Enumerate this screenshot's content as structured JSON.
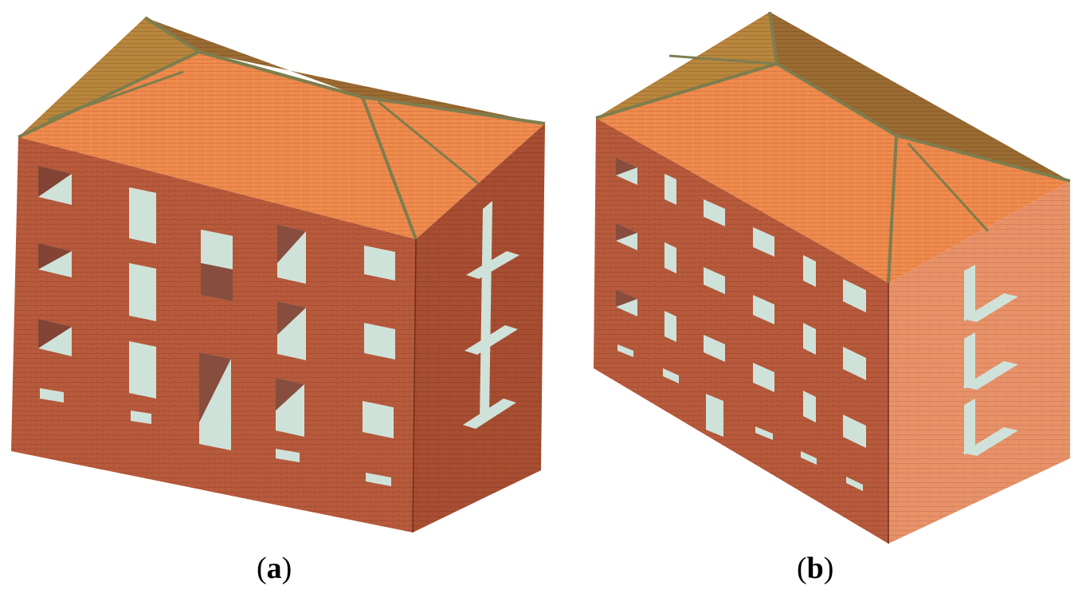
{
  "figure": {
    "panels": [
      {
        "id": "a",
        "caption_open": "(",
        "caption_letter": "a",
        "caption_close": ")"
      },
      {
        "id": "b",
        "caption_open": "(",
        "caption_letter": "b",
        "caption_close": ")"
      }
    ]
  },
  "colors": {
    "wall_front": "#b85a3c",
    "wall_side": "#a84e32",
    "wall_side_light": "#e8926a",
    "roof_main": "#ee8a4c",
    "roof_side": "#b8863c",
    "roof_back": "#a07033",
    "ridge": "#7d7d4e",
    "window_glass": "#cfe2da",
    "window_reveal": "#7a3322",
    "balcony": "#cfe2da",
    "caption_text": "#000000"
  }
}
